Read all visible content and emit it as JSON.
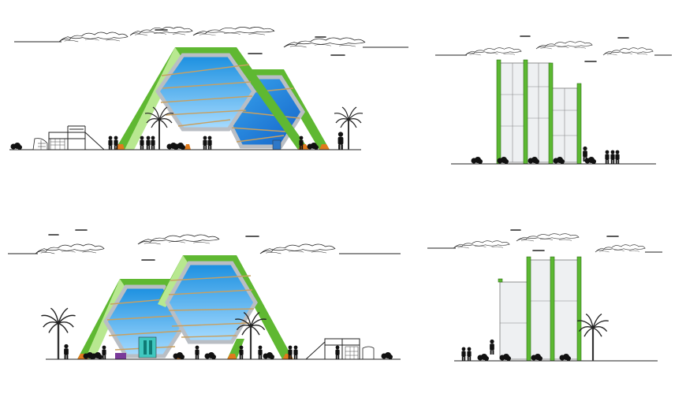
{
  "drawing": {
    "elevations": [
      {
        "id": "front-elevation",
        "kind": "hex-pavilion",
        "variant": "two-hex-offset-right"
      },
      {
        "id": "side-elevation-a",
        "kind": "panel-towers",
        "variant": "three-towers"
      },
      {
        "id": "rear-elevation",
        "kind": "hex-pavilion",
        "variant": "two-hex-offset-left"
      },
      {
        "id": "side-elevation-b",
        "kind": "panel-towers",
        "variant": "three-towers-tall"
      }
    ]
  },
  "colors": {
    "frame_dark": "#5fb832",
    "frame_light": "#b8e890",
    "glass_top": "#1a8fe0",
    "glass_bottom": "#a8dcff",
    "mullion": "#c8a060",
    "foot": "#e07a1c",
    "panel": "#eef0f2",
    "door": "#40c8c0"
  },
  "icons": [
    "palm-tree-icon",
    "person-icon",
    "shrub-icon",
    "playground-icon",
    "cloud-icon"
  ]
}
